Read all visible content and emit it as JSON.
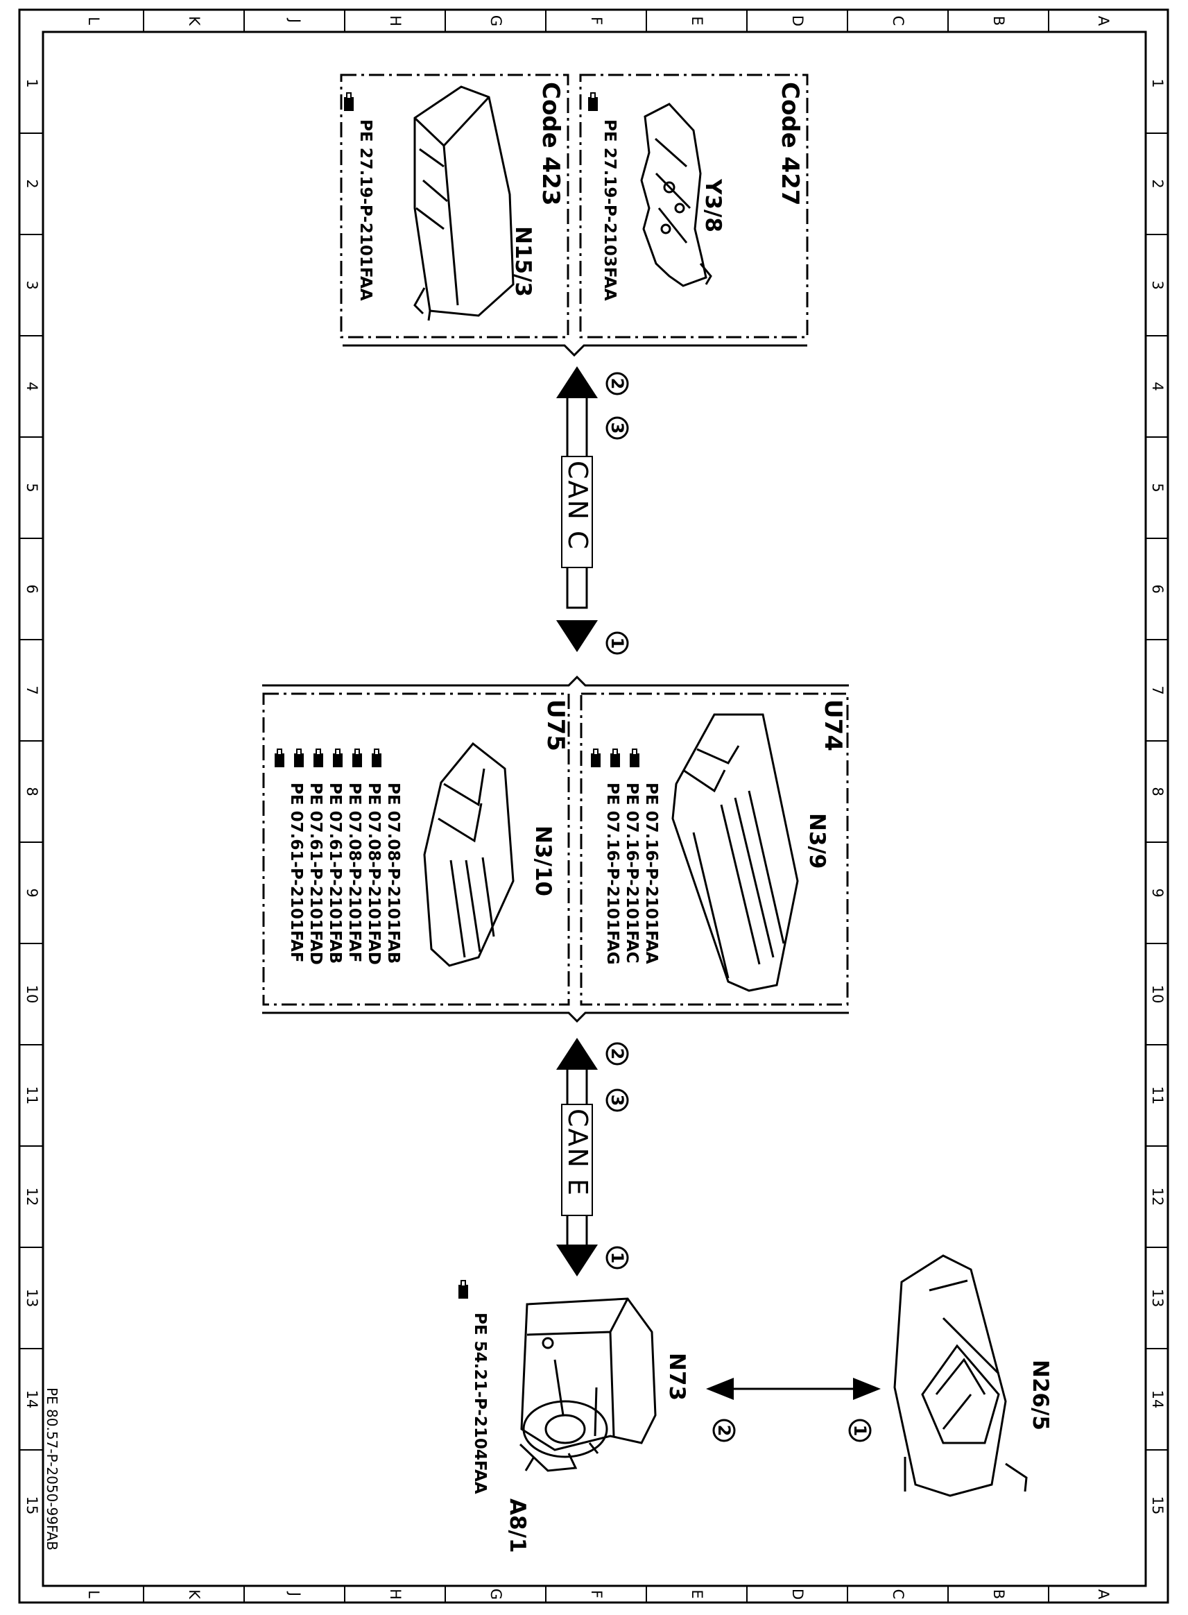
{
  "document_ref": "PE 80.57-P-2050-99FAB",
  "grid": {
    "columns_left_to_right": [
      "L",
      "K",
      "J",
      "H",
      "G",
      "F",
      "E",
      "D",
      "C",
      "B",
      "A"
    ],
    "rows_top_to_bottom": [
      "1",
      "2",
      "3",
      "4",
      "5",
      "6",
      "7",
      "8",
      "9",
      "10",
      "11",
      "12",
      "13",
      "14",
      "15"
    ]
  },
  "groups": {
    "code427": {
      "header": "Code 427",
      "component": "Y3/8",
      "refs": [
        "PE 27.19-P-2103FAA"
      ]
    },
    "code423": {
      "header": "Code 423",
      "component": "N15/3",
      "refs": [
        "PE 27.19-P-2101FAA"
      ]
    },
    "u74": {
      "header": "U74",
      "component": "N3/9",
      "refs": [
        "PE 07.16-P-2101FAA",
        "PE 07.16-P-2101FAC",
        "PE 07.16-P-2101FAG"
      ]
    },
    "u75": {
      "header": "U75",
      "component": "N3/10",
      "refs": [
        "PE 07.08-P-2101FAB",
        "PE 07.08-P-2101FAD",
        "PE 07.08-P-2101FAF",
        "PE 07.61-P-2101FAB",
        "PE 07.61-P-2101FAD",
        "PE 07.61-P-2101FAF"
      ]
    }
  },
  "buses": {
    "can_c": {
      "label": "CAN C",
      "markers_top": [
        "2",
        "3"
      ],
      "marker_bottom": "1"
    },
    "can_e": {
      "label": "CAN E",
      "markers_top": [
        "2",
        "3"
      ],
      "marker_bottom": "1"
    }
  },
  "lower": {
    "n73_label": "N73",
    "a81_label": "A8/1",
    "n73_ref": "PE 54.21-P-2104FAA",
    "n265_label": "N26/5",
    "link_marker_left": "2",
    "link_marker_right": "1"
  }
}
